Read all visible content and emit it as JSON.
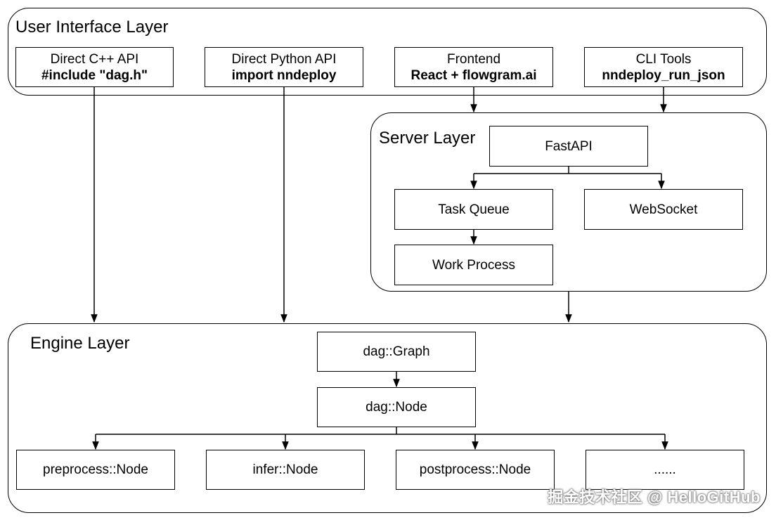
{
  "ui_layer": {
    "title": "User Interface Layer",
    "boxes": [
      {
        "line1": "Direct C++ API",
        "line2": "#include \"dag.h\""
      },
      {
        "line1": "Direct Python API",
        "line2": "import nndeploy"
      },
      {
        "line1": "Frontend",
        "line2": "React + flowgram.ai"
      },
      {
        "line1": "CLI Tools",
        "line2": "nndeploy_run_json"
      }
    ]
  },
  "server_layer": {
    "title": "Server Layer",
    "fastapi": "FastAPI",
    "task_queue": "Task Queue",
    "websocket": "WebSocket",
    "work_process": "Work Process"
  },
  "engine_layer": {
    "title": "Engine Layer",
    "graph": "dag::Graph",
    "node": "dag::Node",
    "children": [
      "preprocess::Node",
      "infer::Node",
      "postprocess::Node",
      "......"
    ]
  },
  "watermark": "掘金技术社区 @ HelloGitHub"
}
